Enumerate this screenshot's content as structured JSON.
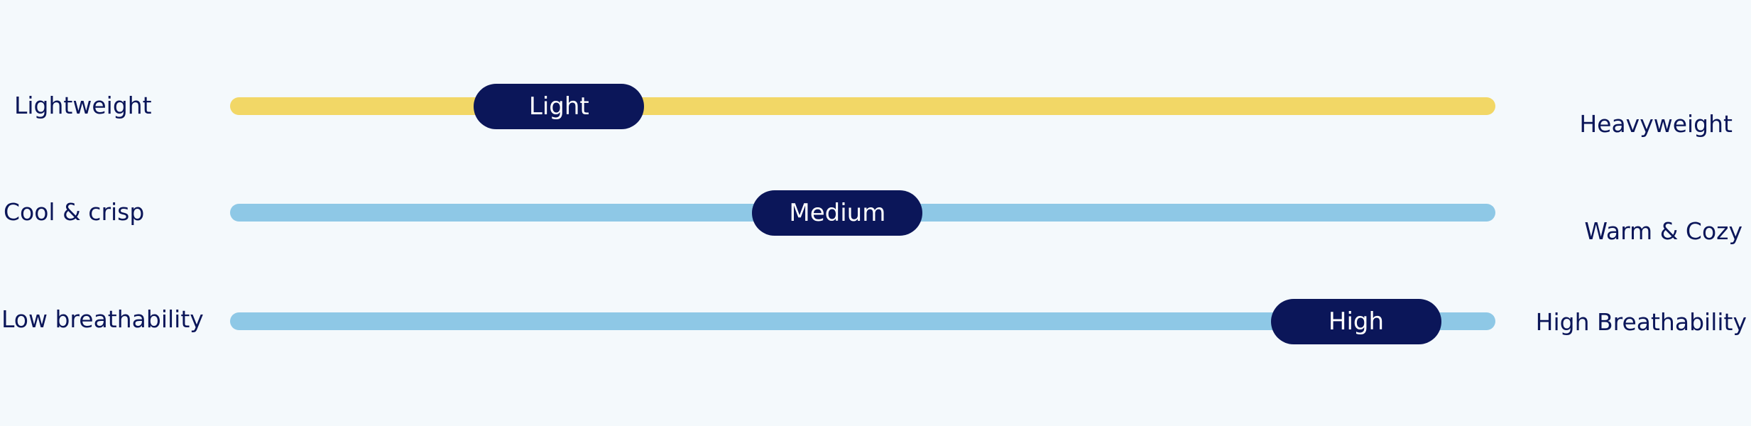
{
  "sliders": [
    {
      "left_label": "Lightweight",
      "right_label": "Heavyweight",
      "value_label": "Light",
      "position": 0.26,
      "track_color": "#f2d766"
    },
    {
      "left_label": "Cool & crisp",
      "right_label": "Warm & Cozy",
      "value_label": "Medium",
      "position": 0.48,
      "track_color": "#8ec8e6"
    },
    {
      "left_label": "Low breathability",
      "right_label": "High Breathability",
      "value_label": "High",
      "position": 0.89,
      "track_color": "#8ec8e6"
    }
  ]
}
